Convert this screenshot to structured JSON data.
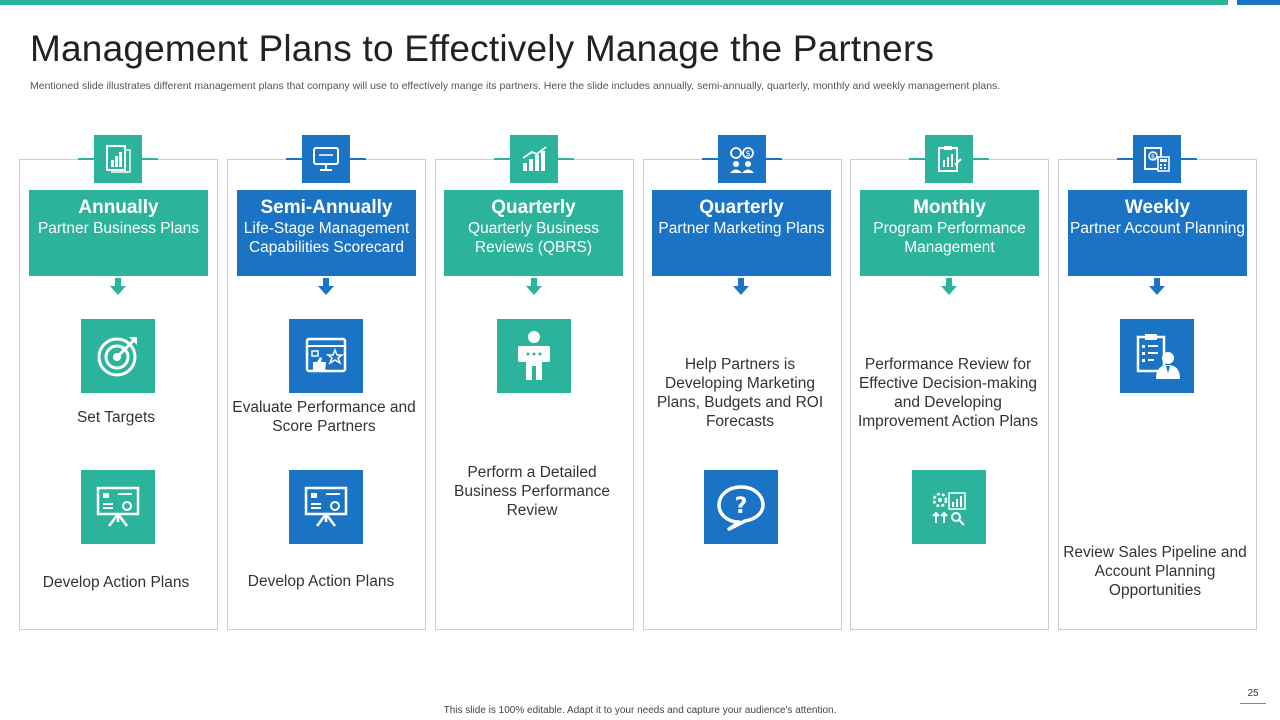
{
  "header": {
    "title": "Management Plans to Effectively Manage the Partners",
    "subtitle": "Mentioned slide illustrates different management plans that company will use to effectively mange its partners. Here the slide includes annually, semi-annually, quarterly, monthly and weekly management plans."
  },
  "columns": [
    {
      "heading": "Annually",
      "subheading": "Partner Business Plans",
      "color": "#2bb39b",
      "top_icon": "business-report-icon",
      "items": [
        {
          "icon": "target-icon",
          "text": "Set Targets"
        },
        {
          "icon": "presentation-board-icon",
          "text": "Develop Action Plans"
        }
      ]
    },
    {
      "heading": "Semi-Annually",
      "subheading": "Life-Stage Management Capabilities Scorecard",
      "color": "#1a73c4",
      "top_icon": "monitor-icon",
      "items": [
        {
          "icon": "feedback-rating-icon",
          "text": "Evaluate Performance and Score Partners"
        },
        {
          "icon": "presentation-board-icon",
          "text": "Develop Action Plans"
        }
      ]
    },
    {
      "heading": "Quarterly",
      "subheading": "Quarterly Business Reviews (QBRS)",
      "color": "#2bb39b",
      "top_icon": "growth-chart-icon",
      "items": [
        {
          "icon": "person-sign-icon",
          "text": "Perform a Detailed Business Performance Review"
        }
      ]
    },
    {
      "heading": "Quarterly",
      "subheading": "Partner Marketing Plans",
      "color": "#1a73c4",
      "top_icon": "team-finance-icon",
      "items": [
        {
          "icon": "",
          "text": "Help Partners is Developing Marketing Plans, Budgets and ROI Forecasts"
        },
        {
          "icon": "question-bubble-icon",
          "text": ""
        }
      ]
    },
    {
      "heading": "Monthly",
      "subheading": "Program Performance Management",
      "color": "#2bb39b",
      "top_icon": "clipboard-chart-icon",
      "items": [
        {
          "icon": "",
          "text": "Performance Review for Effective Decision-making and Developing Improvement Action Plans"
        },
        {
          "icon": "performance-dashboard-icon",
          "text": ""
        }
      ]
    },
    {
      "heading": "Weekly",
      "subheading": "Partner Account Planning",
      "color": "#1a73c4",
      "top_icon": "accounting-icon",
      "items": [
        {
          "icon": "planner-person-icon",
          "text": ""
        },
        {
          "icon": "",
          "text": "Review Sales Pipeline and Account Planning Opportunities"
        }
      ]
    }
  ],
  "footer": {
    "note": "This slide is 100% editable. Adapt it to your needs and capture your audience's attention.",
    "page_number": "25"
  }
}
